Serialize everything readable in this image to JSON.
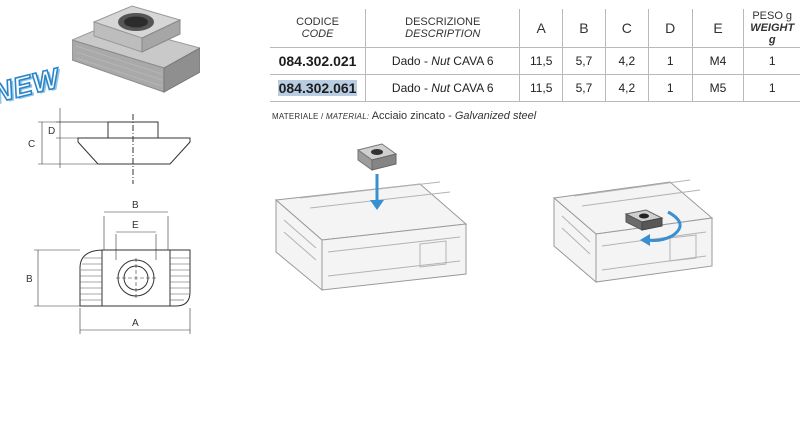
{
  "badge": {
    "text": "NEW"
  },
  "drawing": {
    "dims": {
      "a": "A",
      "b": "B",
      "c": "C",
      "d": "D",
      "e": "E"
    }
  },
  "table": {
    "headers": {
      "code": {
        "it": "CODICE",
        "en": "CODE"
      },
      "desc": {
        "it": "DESCRIZIONE",
        "en": "DESCRIPTION"
      },
      "a": "A",
      "b": "B",
      "c": "C",
      "d": "D",
      "e": "E",
      "weight": {
        "it": "PESO g",
        "en": "WEIGHT g"
      }
    },
    "rows": [
      {
        "code": "084.302.021",
        "desc_it": "Dado - ",
        "desc_en": "Nut",
        "desc_tail": " CAVA 6",
        "a": "11,5",
        "b": "5,7",
        "c": "4,2",
        "d": "1",
        "e": "M4",
        "weight": "1"
      },
      {
        "code": "084.302.061",
        "desc_it": "Dado - ",
        "desc_en": "Nut",
        "desc_tail": " CAVA 6",
        "a": "11,5",
        "b": "5,7",
        "c": "4,2",
        "d": "1",
        "e": "M5",
        "weight": "1"
      }
    ]
  },
  "material": {
    "label": "MATERIALE / ",
    "label_en": "MATERIAL:",
    "value_it": "Acciaio zincato - ",
    "value_en": "Galvanized steel"
  },
  "colors": {
    "arrow": "#3a8fd0",
    "highlight": "#b8cde2",
    "badge": "#2a86c8"
  }
}
